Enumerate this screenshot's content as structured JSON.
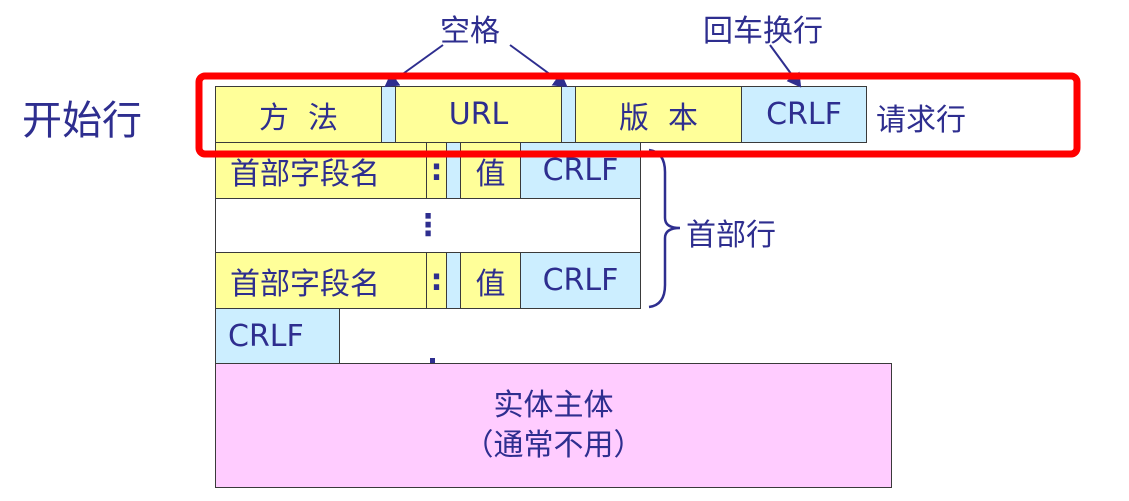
{
  "title_label": "开始行",
  "annotations": {
    "space": "空格",
    "crlf_label": "回车换行",
    "request_line": "请求行",
    "header_lines": "首部行"
  },
  "request_line": {
    "method": "方  法",
    "url": "URL",
    "version": "版  本",
    "crlf": "CRLF"
  },
  "header_rows": [
    {
      "field_name": "首部字段名",
      "colon": ":",
      "value": "值",
      "crlf": "CRLF"
    },
    {
      "field_name": "首部字段名",
      "colon": ":",
      "value": "值",
      "crlf": "CRLF"
    }
  ],
  "ellipsis": "⋮",
  "blank_line_crlf": "CRLF",
  "body": {
    "line1": "实体主体",
    "line2": "（通常不用）"
  },
  "colors": {
    "field_yellow": "#ffff99",
    "field_blue": "#cceeff",
    "body_pink": "#ffccff",
    "highlight_red": "#ff0000",
    "text_navy": "#2e2e8f"
  }
}
